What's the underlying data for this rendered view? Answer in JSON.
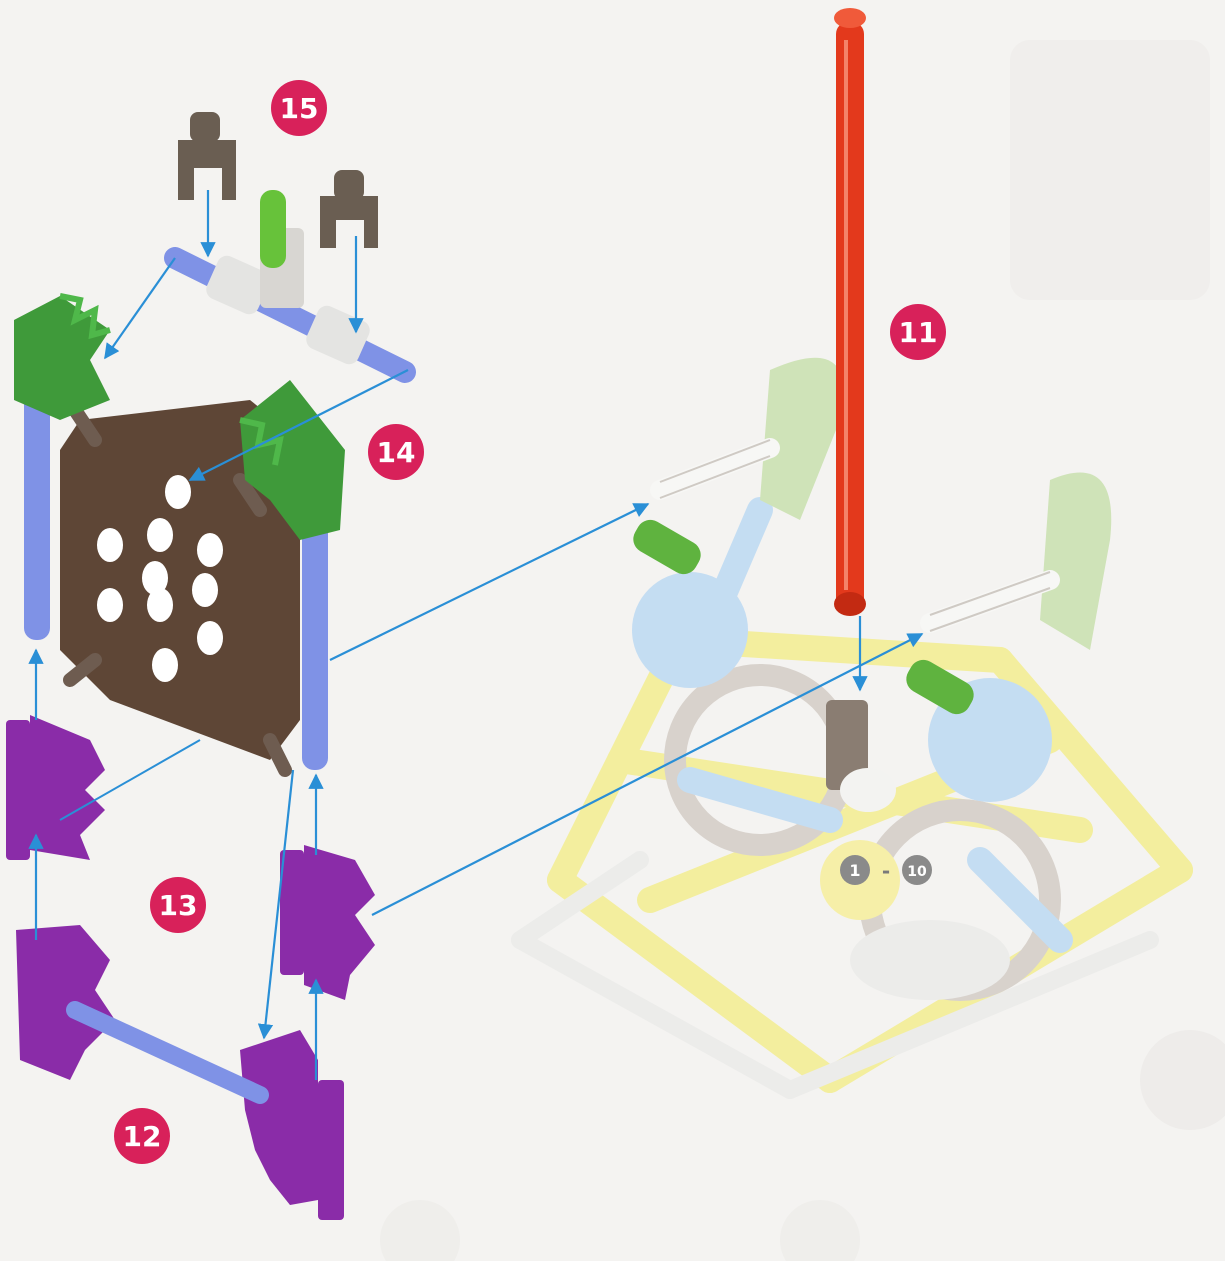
{
  "diagram": {
    "steps": [
      {
        "id": "11",
        "label": "11"
      },
      {
        "id": "12",
        "label": "12"
      },
      {
        "id": "13",
        "label": "13"
      },
      {
        "id": "14",
        "label": "14"
      },
      {
        "id": "15",
        "label": "15"
      }
    ],
    "previous_range": {
      "start": "1",
      "separator": "-",
      "end": "10"
    },
    "colors": {
      "step_badge": "#d8215a",
      "range_badge": "#8a8a8a",
      "arrow": "#2a8fd6",
      "rod_red": "#e3391c",
      "rod_blue": "#7f92e6",
      "connector_green": "#3f9a3a",
      "connector_purple": "#8a2ca8",
      "plate_brown": "#5e4636",
      "clip_dark": "#6a5e52",
      "ghost_yellow": "#f3ee9e",
      "ghost_blue": "#c4ddf2",
      "ghost_green": "#cfe3b8"
    }
  }
}
